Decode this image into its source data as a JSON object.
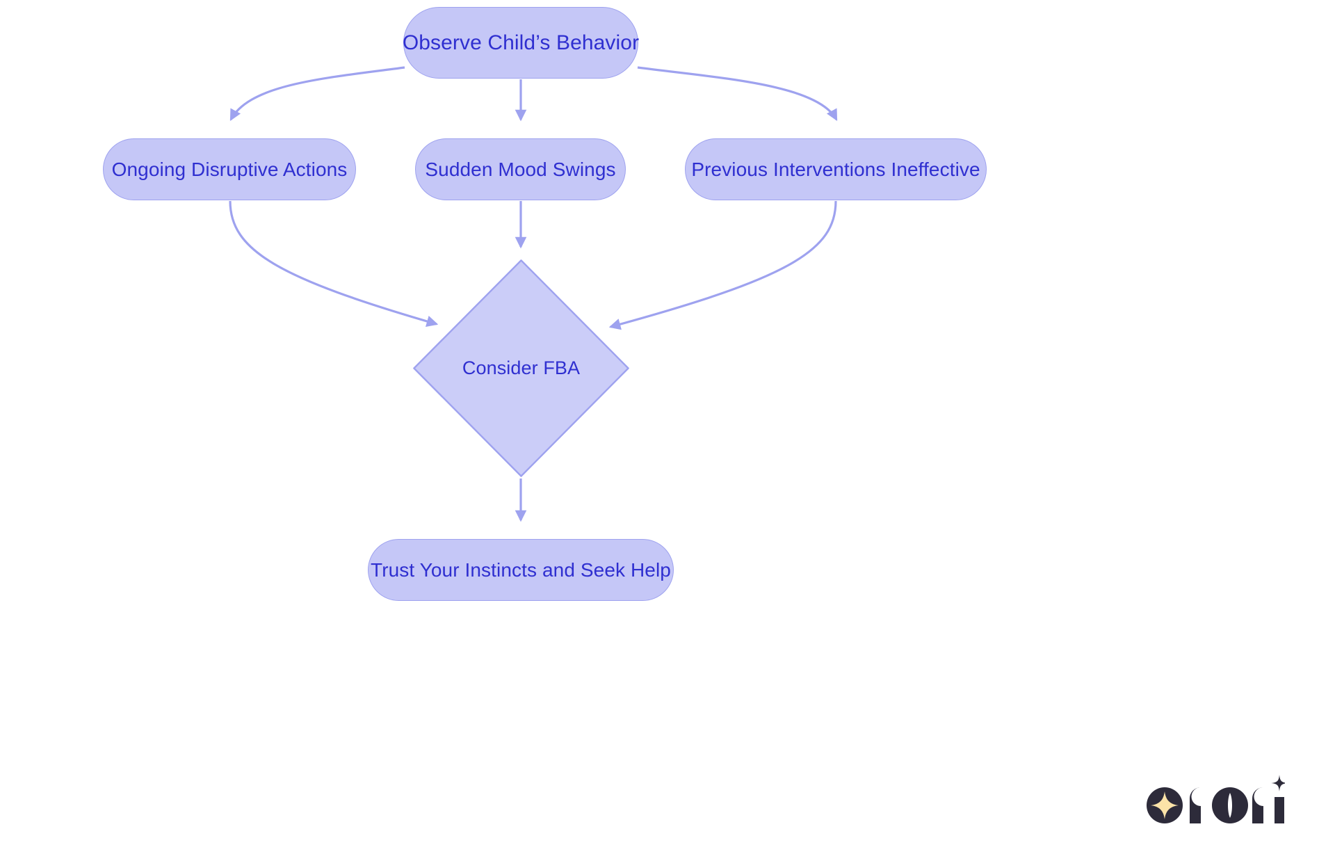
{
  "diagram": {
    "title": "Consider FBA decision flowchart",
    "background_color": "#ffffff",
    "node_fill": "#c5c7f7",
    "node_fill_decision": "#cbcdf8",
    "node_border": "#9ea2ef",
    "text_color": "#2f2fd0",
    "edge_color": "#9ea2ef"
  },
  "nodes": {
    "observe": {
      "label": "Observe Child’s Behavior",
      "shape": "rounded-rect"
    },
    "ongoing": {
      "label": "Ongoing Disruptive Actions",
      "shape": "rounded-rect"
    },
    "mood": {
      "label": "Sudden Mood Swings",
      "shape": "rounded-rect"
    },
    "previous": {
      "label": "Previous Interventions Ineffective",
      "shape": "rounded-rect"
    },
    "fba": {
      "label": "Consider FBA",
      "shape": "diamond"
    },
    "trust": {
      "label": "Trust Your Instincts and Seek Help",
      "shape": "rounded-rect"
    }
  },
  "edges": [
    {
      "from": "observe",
      "to": "ongoing",
      "label": ""
    },
    {
      "from": "observe",
      "to": "mood",
      "label": ""
    },
    {
      "from": "observe",
      "to": "previous",
      "label": ""
    },
    {
      "from": "ongoing",
      "to": "fba",
      "label": ""
    },
    {
      "from": "mood",
      "to": "fba",
      "label": ""
    },
    {
      "from": "previous",
      "to": "fba",
      "label": ""
    },
    {
      "from": "fba",
      "to": "trust",
      "label": ""
    }
  ],
  "logo": {
    "name": "rori",
    "wordmark": "rori",
    "badge_color": "#2d2b3a",
    "star_color": "#fbe3a8"
  }
}
